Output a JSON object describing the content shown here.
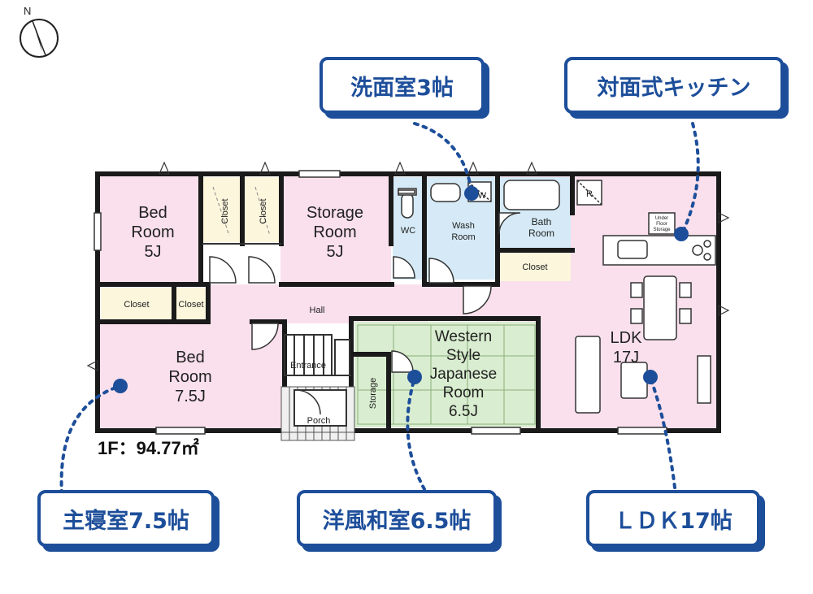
{
  "compass": {
    "north_label": "N"
  },
  "floor_area": "1F：94.77㎡",
  "rooms": {
    "bed_room_1": {
      "line1": "Bed",
      "line2": "Room",
      "line3": "5J"
    },
    "storage_room": {
      "line1": "Storage",
      "line2": "Room",
      "line3": "5J"
    },
    "closet_a": "Closet",
    "closet_b": "Closet",
    "closet_c": "Closet",
    "closet_d": "Closet",
    "closet_bath": "Closet",
    "wc": "WC",
    "wash_room": {
      "line1": "Wash",
      "line2": "Room"
    },
    "washer_mark": "W",
    "bath_room": {
      "line1": "Bath",
      "line2": "Room"
    },
    "hall": "Hall",
    "entrance": "Entrance",
    "porch": "Porch",
    "bed_room_2": {
      "line1": "Bed",
      "line2": "Room",
      "line3": "7.5J"
    },
    "storage": "Storage",
    "western_japanese": {
      "line1": "Western",
      "line2": "Style",
      "line3": "Japanese",
      "line4": "Room",
      "line5": "6.5J"
    },
    "ldk": {
      "line1": "LDK",
      "line2": "17J"
    },
    "fridge_mark": "R",
    "under_floor_storage": {
      "line1": "Under",
      "line2": "Floor",
      "line3": "Storage"
    }
  },
  "callouts": {
    "wash_room": "洗面室3帖",
    "kitchen": "対面式キッチン",
    "master_bedroom": "主寝室7.5帖",
    "japanese_room": "洋風和室6.5帖",
    "ldk": "ＬＤＫ17帖"
  },
  "colors": {
    "wall": "#1a1a1a",
    "bedroom_fill": "#f9e0ec",
    "closet_fill": "#fbf6dc",
    "wet_area_fill": "#d5eaf6",
    "japanese_room_fill": "#d9edd0",
    "callout_blue": "#1d4e9a"
  }
}
